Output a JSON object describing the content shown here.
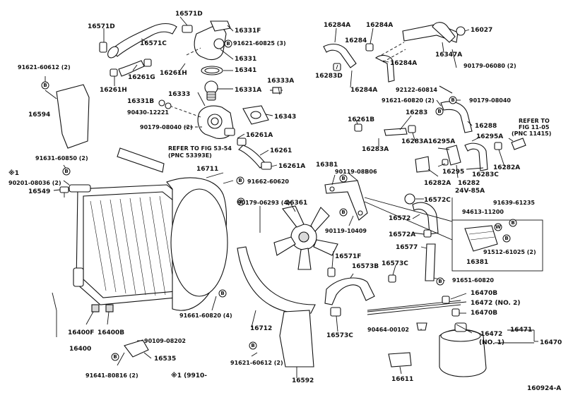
{
  "labels": {
    "p16571D_a": "16571D",
    "p16571D_b": "16571D",
    "p16571C": "16571C",
    "p16331F": "16331F",
    "p91621_60825": "91621-60825 (3)",
    "p16331": "16331",
    "p16341": "16341",
    "p16261G": "16261G",
    "p16261H_a": "16261H",
    "p16261H_b": "16261H",
    "p16331A": "16331A",
    "p16333A": "16333A",
    "p16333": "16333",
    "p16331B": "16331B",
    "p90430": "90430-12221",
    "p90179_08040_2": "90179-08040 (2)",
    "p16343": "16343",
    "p16261A_a": "16261A",
    "p16261": "16261",
    "p16261A_b": "16261A",
    "p91621_60612_top": "91621-60612 (2)",
    "p16594": "16594",
    "refer_53": "REFER TO FIG 53-54",
    "pnc_53": "(PNC 53393E)",
    "p91631_60850": "91631-60850 (2)",
    "mark1": "※1",
    "p90201": "90201-08036 (2)",
    "p16549": "16549",
    "p16711": "16711",
    "p91662_60620": "91662-60620",
    "p90179_06293": "90179-06293 (4)",
    "p16361": "16361",
    "p16400F": "16400F",
    "p16400B": "16400B",
    "p16400": "16400",
    "p90109": "90109-08202",
    "p16535": "16535",
    "p91641": "91641-80816 (2)",
    "mark1_note": "※1 (9910-",
    "p91661": "91661-60820 (4)",
    "p16712": "16712",
    "p91621_60612_bot": "91621-60612 (2)",
    "p16592": "16592",
    "p16284A_a": "16284A",
    "p16284A_b": "16284A",
    "p16284": "16284",
    "p16283D": "16283D",
    "p16284A_c": "16284A",
    "p16284A_d": "16284A",
    "p16027": "16027",
    "p16347A": "16347A",
    "p90179_06080": "90179-06080 (2)",
    "p92122": "92122-60814",
    "p90179_08040": "90179-08040",
    "p91621_60820": "91621-60820 (2)",
    "p16283": "16283",
    "p16288": "16288",
    "p16261B": "16261B",
    "p16283A_a": "16283A",
    "p16283A_b": "16283A",
    "p16295A_a": "16295A",
    "p16295A_b": "16295A",
    "refer_11": "REFER TO",
    "fig_11": "FIG 11-05",
    "pnc_11": "(PNC 11415)",
    "p16282A_a": "16282A",
    "p16295": "16295",
    "p16283C": "16283C",
    "p16282A_b": "16282A",
    "p16282": "16282",
    "v24": "24V-85A",
    "p16381_top": "16381",
    "p90119_08B06": "90119-08B06",
    "p90119_10409": "90119-10409",
    "p16572C": "16572C",
    "p16572": "16572",
    "p16572A": "16572A",
    "p16577": "16577",
    "p91639": "91639-61235",
    "p94613": "94613-11200",
    "p91512": "91512-61025 (2)",
    "p16381_box": "16381",
    "p16571F": "16571F",
    "p16573B": "16573B",
    "p16573C_a": "16573C",
    "p16573C_b": "16573C",
    "p91651": "91651-60820",
    "p16470B_a": "16470B",
    "p16472_2": "16472 (NO. 2)",
    "p16470B_b": "16470B",
    "p90464": "90464-00102",
    "p16472": "16472",
    "p16472_no1": "(NO. 1)",
    "p16471": "16471",
    "p16470": "16470",
    "p16611": "16611",
    "diagram_id": "160924-A"
  },
  "bolt_marks": {
    "b": "B",
    "w": "W"
  }
}
